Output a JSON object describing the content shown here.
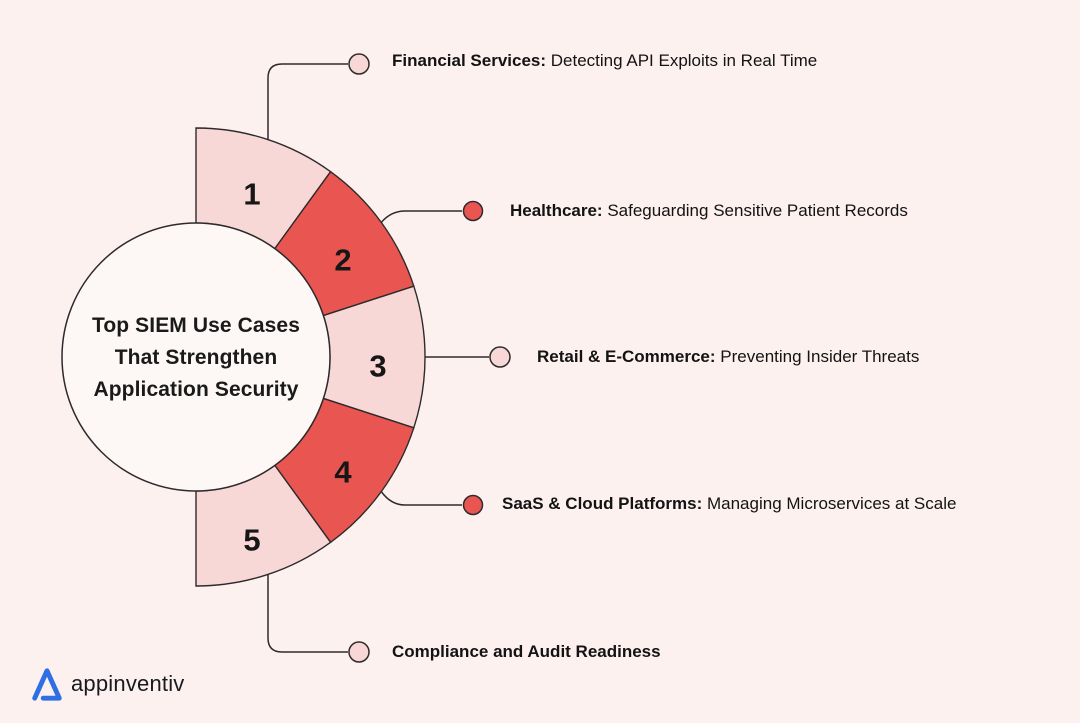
{
  "title": {
    "line1": "Top SIEM Use Cases",
    "line2": "That Strengthen",
    "line3": "Application Security"
  },
  "segments": [
    {
      "number": "1",
      "label_bold": "Financial Services:",
      "label_rest": " Detecting API Exploits in Real Time"
    },
    {
      "number": "2",
      "label_bold": "Healthcare:",
      "label_rest": " Safeguarding Sensitive Patient Records"
    },
    {
      "number": "3",
      "label_bold": "Retail & E-Commerce:",
      "label_rest": " Preventing Insider Threats"
    },
    {
      "number": "4",
      "label_bold": "SaaS & Cloud Platforms:",
      "label_rest": " Managing Microservices at Scale"
    },
    {
      "number": "5",
      "label_bold": "Compliance and Audit Readiness",
      "label_rest": ""
    }
  ],
  "logo": {
    "text": "appinventiv"
  },
  "colors": {
    "background": "#FCF1EF",
    "light_segment": "#F8D8D6",
    "red_segment": "#E95651",
    "outline": "#2E2A2B",
    "circle_fill": "#FDF7F6",
    "text": "#161616",
    "logo_blue": "#2E6FE4"
  }
}
